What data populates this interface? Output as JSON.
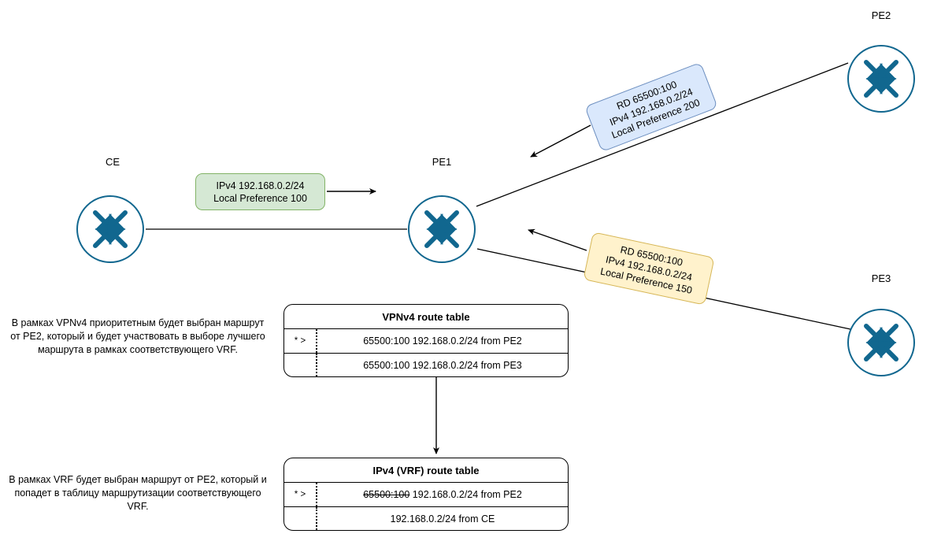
{
  "diagram": {
    "title": "MPLS L3VPN VPNv4 route selection diagram",
    "colors": {
      "router_stroke": "#11678f",
      "router_arrow": "#11678f",
      "green_fill": "#d5e8d4",
      "green_stroke": "#82b366",
      "blue_fill": "#dae8fc",
      "blue_stroke": "#6c8ebf",
      "yellow_fill": "#fff2cc",
      "yellow_stroke": "#d6b656",
      "line": "#000000",
      "background": "#ffffff"
    }
  },
  "nodes": [
    {
      "id": "ce",
      "label": "CE",
      "icon": "router-icon"
    },
    {
      "id": "pe1",
      "label": "PE1",
      "icon": "router-icon"
    },
    {
      "id": "pe2",
      "label": "PE2",
      "icon": "router-icon"
    },
    {
      "id": "pe3",
      "label": "PE3",
      "icon": "router-icon"
    }
  ],
  "callouts": {
    "ce_advert": {
      "color": "green",
      "line1": "IPv4 192.168.0.2/24",
      "line2": "Local Preference 100"
    },
    "pe2_advert": {
      "color": "blue",
      "line1": "RD 65500:100",
      "line2": "IPv4 192.168.0.2/24",
      "line3": "Local Preference 200"
    },
    "pe3_advert": {
      "color": "yellow",
      "line1": "RD 65500:100",
      "line2": "IPv4 192.168.0.2/24",
      "line3": "Local Preference 150"
    }
  },
  "tables": {
    "vpnv4": {
      "title": "VPNv4 route table",
      "rows": [
        {
          "mark": "* >",
          "prefix": "",
          "text": "65500:100 192.168.0.2/24 from PE2"
        },
        {
          "mark": "",
          "prefix": "",
          "text": "65500:100 192.168.0.2/24 from PE3"
        }
      ]
    },
    "vrf": {
      "title": "IPv4 (VRF) route table",
      "rows": [
        {
          "mark": "* >",
          "prefix": "65500:100",
          "text": "192.168.0.2/24 from PE2"
        },
        {
          "mark": "",
          "prefix": "",
          "text": "192.168.0.2/24 from CE"
        }
      ]
    }
  },
  "notes": {
    "vpnv4_note": "В рамках VPNv4 приоритетным будет выбран маршрут от PE2, который и будет участвовать в выборе лучшего маршрута в рамках соответствующего VRF.",
    "vrf_note": "В рамках VRF  будет выбран маршрут от PE2, который и попадет в таблицу маршрутизации соответствующего VRF."
  }
}
